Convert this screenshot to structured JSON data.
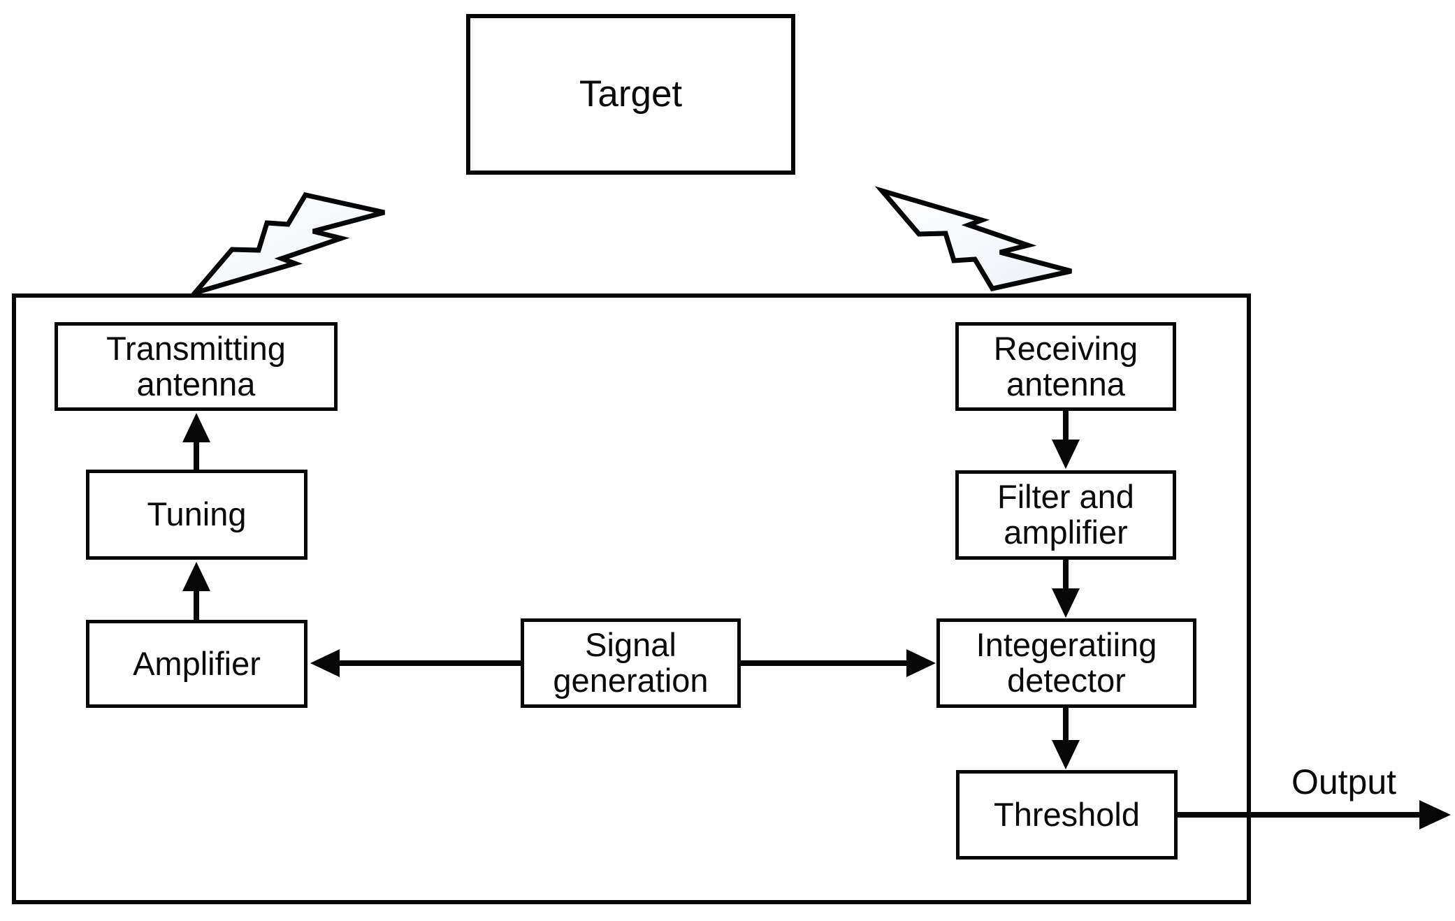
{
  "diagram": {
    "target": {
      "label": "Target"
    },
    "output": {
      "label": "Output"
    },
    "nodes": {
      "transmitting_antenna": {
        "line1": "Transmitting",
        "line2": "antenna"
      },
      "tuning": {
        "line1": "Tuning",
        "line2": ""
      },
      "amplifier": {
        "line1": "Amplifier",
        "line2": ""
      },
      "signal_generation": {
        "line1": "Signal",
        "line2": "generation"
      },
      "receiving_antenna": {
        "line1": "Receiving",
        "line2": "antenna"
      },
      "filter_amplifier": {
        "line1": "Filter and",
        "line2": "amplifier"
      },
      "integrating_detector": {
        "line1": "Integeratiing",
        "line2": "detector"
      },
      "threshold": {
        "line1": "Threshold",
        "line2": ""
      }
    },
    "edges": [
      {
        "from": "signal_generation",
        "to": "amplifier"
      },
      {
        "from": "amplifier",
        "to": "tuning"
      },
      {
        "from": "tuning",
        "to": "transmitting_antenna"
      },
      {
        "from": "transmitting_antenna",
        "to": "target",
        "via": "wireless-bolt"
      },
      {
        "from": "target",
        "to": "receiving_antenna",
        "via": "wireless-bolt"
      },
      {
        "from": "receiving_antenna",
        "to": "filter_amplifier"
      },
      {
        "from": "filter_amplifier",
        "to": "integrating_detector"
      },
      {
        "from": "signal_generation",
        "to": "integrating_detector"
      },
      {
        "from": "integrating_detector",
        "to": "threshold"
      },
      {
        "from": "threshold",
        "to": "output"
      }
    ],
    "colors": {
      "ink": "#060606",
      "background": "#ffffff",
      "bolt_fill_start": "#ffffff",
      "bolt_fill_end": "#edf1f8"
    }
  }
}
